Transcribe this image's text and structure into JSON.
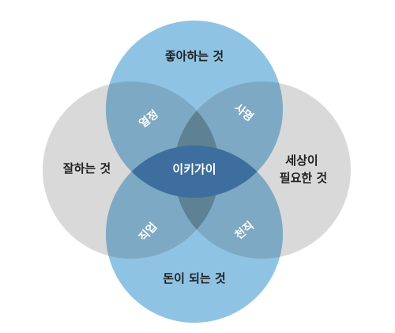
{
  "diagram": {
    "circles": {
      "top": {
        "label": "좋아하는 것",
        "color": "#8fc3e3"
      },
      "bottom": {
        "label": "돈이 되는 것",
        "color": "#8fc3e3"
      },
      "left": {
        "label": "잘하는 것",
        "color": "#d9d9d9"
      },
      "right": {
        "label_line1": "세상이",
        "label_line2": "필요한 것",
        "color": "#d9d9d9"
      }
    },
    "overlaps": {
      "top_left": "열정",
      "top_right": "사명",
      "bottom_left": "직업",
      "bottom_right": "천직"
    },
    "center": {
      "label": "이키가이",
      "color": "#3d6e9e"
    },
    "colors": {
      "blue_gray_overlap": "#7ea9c4",
      "dark_lens": "#5e8194",
      "blue_lens": "#3d6e9e"
    }
  }
}
